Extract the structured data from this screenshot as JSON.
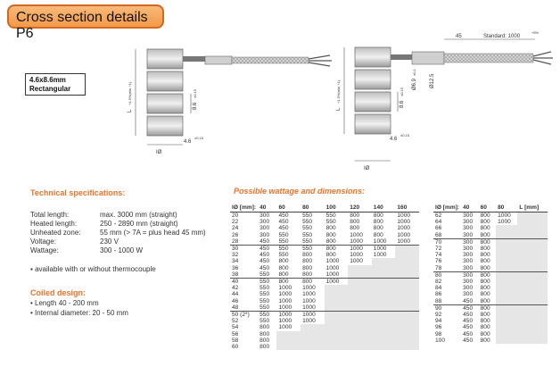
{
  "title": "Cross section details P6",
  "tag": {
    "line1": "4.6x8.6mm",
    "line2": "Rectangular"
  },
  "drawing": {
    "left": {
      "l_label": "L",
      "l_tol": "+1.5%(min.+1)",
      "h_label": "8.6",
      "h_tol": "±0.15",
      "w_label": "4.6",
      "w_tol": "±0.15",
      "d_label": "IØ"
    },
    "right": {
      "dim45": "45",
      "standard": "Standard: 1000",
      "standard_tol": "+5%",
      "l_label": "L",
      "l_tol": "+1.5%(min.+1)",
      "h_label": "8.6",
      "h_tol": "±0.15",
      "w_label": "4.6",
      "w_tol": "±0.15",
      "d_label": "IØ",
      "d1": "Ø6.9",
      "d1_tol": "±0.1",
      "d2": "Ø12.5"
    }
  },
  "specs": {
    "heading": "Technical specifications:",
    "rows": [
      {
        "k": "Total length:",
        "v": "max. 3000 mm (straight)"
      },
      {
        "k": "Heated length:",
        "v": "250 - 2890 mm (straight)"
      },
      {
        "k": "Unheated zone:",
        "v": "55 mm (> 7A = plus head 45 mm)"
      },
      {
        "k": "Voltage:",
        "v": "230 V"
      },
      {
        "k": "Wattage:",
        "v": "300 - 1000 W"
      }
    ],
    "thermo": "available with or without thermocouple",
    "coiled_heading": "Coiled design:",
    "coiled": [
      "Length 40 - 200 mm",
      "Internal diameter: 20 - 50 mm"
    ]
  },
  "wattage_heading": "Possible wattage and dimensions:",
  "table1": {
    "headers": [
      "IØ [mm]:",
      "40",
      "60",
      "80",
      "100",
      "120",
      "140",
      "160"
    ],
    "rows": [
      [
        "20",
        "300",
        "450",
        "550",
        "550",
        "800",
        "800",
        "1000"
      ],
      [
        "22",
        "300",
        "450",
        "550",
        "550",
        "800",
        "800",
        "1000"
      ],
      [
        "24",
        "300",
        "450",
        "550",
        "800",
        "800",
        "800",
        "1000"
      ],
      [
        "26",
        "300",
        "550",
        "550",
        "800",
        "1000",
        "800",
        "1000"
      ],
      [
        "28",
        "450",
        "550",
        "550",
        "800",
        "1000",
        "1000",
        "1000"
      ],
      [
        "30",
        "450",
        "550",
        "550",
        "800",
        "1000",
        "1000",
        ""
      ],
      [
        "32",
        "450",
        "550",
        "800",
        "800",
        "1000",
        "1000",
        ""
      ],
      [
        "34",
        "450",
        "800",
        "800",
        "1000",
        "1000",
        "",
        ""
      ],
      [
        "36",
        "450",
        "800",
        "800",
        "1000",
        "",
        "",
        ""
      ],
      [
        "38",
        "550",
        "800",
        "800",
        "1000",
        "",
        "",
        ""
      ],
      [
        "40",
        "550",
        "800",
        "800",
        "1000",
        "",
        "",
        ""
      ],
      [
        "42",
        "550",
        "1000",
        "1000",
        "",
        "",
        "",
        ""
      ],
      [
        "44",
        "550",
        "1000",
        "1000",
        "",
        "",
        "",
        ""
      ],
      [
        "46",
        "550",
        "1000",
        "1000",
        "",
        "",
        "",
        ""
      ],
      [
        "48",
        "550",
        "1000",
        "1000",
        "",
        "",
        "",
        ""
      ],
      [
        "50 (2*)",
        "550",
        "1000",
        "1000",
        "",
        "",
        "",
        ""
      ],
      [
        "52",
        "550",
        "1000",
        "1000",
        "",
        "",
        "",
        ""
      ],
      [
        "54",
        "800",
        "1000",
        "",
        "",
        "",
        "",
        ""
      ],
      [
        "56",
        "800",
        "",
        "",
        "",
        "",
        "",
        ""
      ],
      [
        "58",
        "800",
        "",
        "",
        "",
        "",
        "",
        ""
      ],
      [
        "60",
        "800",
        "",
        "",
        "",
        "",
        "",
        ""
      ]
    ]
  },
  "table2": {
    "headers": [
      "IØ [mm]:",
      "40",
      "60",
      "80",
      "L [mm]"
    ],
    "rows": [
      [
        "62",
        "300",
        "800",
        "1000"
      ],
      [
        "64",
        "300",
        "800",
        "1000"
      ],
      [
        "66",
        "300",
        "800",
        ""
      ],
      [
        "68",
        "300",
        "800",
        ""
      ],
      [
        "70",
        "300",
        "800",
        ""
      ],
      [
        "72",
        "300",
        "800",
        ""
      ],
      [
        "74",
        "300",
        "800",
        ""
      ],
      [
        "76",
        "300",
        "800",
        ""
      ],
      [
        "78",
        "300",
        "800",
        ""
      ],
      [
        "80",
        "300",
        "800",
        ""
      ],
      [
        "82",
        "300",
        "800",
        ""
      ],
      [
        "84",
        "300",
        "800",
        ""
      ],
      [
        "86",
        "300",
        "800",
        ""
      ],
      [
        "88",
        "450",
        "800",
        ""
      ],
      [
        "90",
        "450",
        "800",
        ""
      ],
      [
        "92",
        "450",
        "800",
        ""
      ],
      [
        "94",
        "450",
        "800",
        ""
      ],
      [
        "96",
        "450",
        "800",
        ""
      ],
      [
        "98",
        "450",
        "800",
        ""
      ],
      [
        "100",
        "450",
        "800",
        ""
      ]
    ]
  }
}
